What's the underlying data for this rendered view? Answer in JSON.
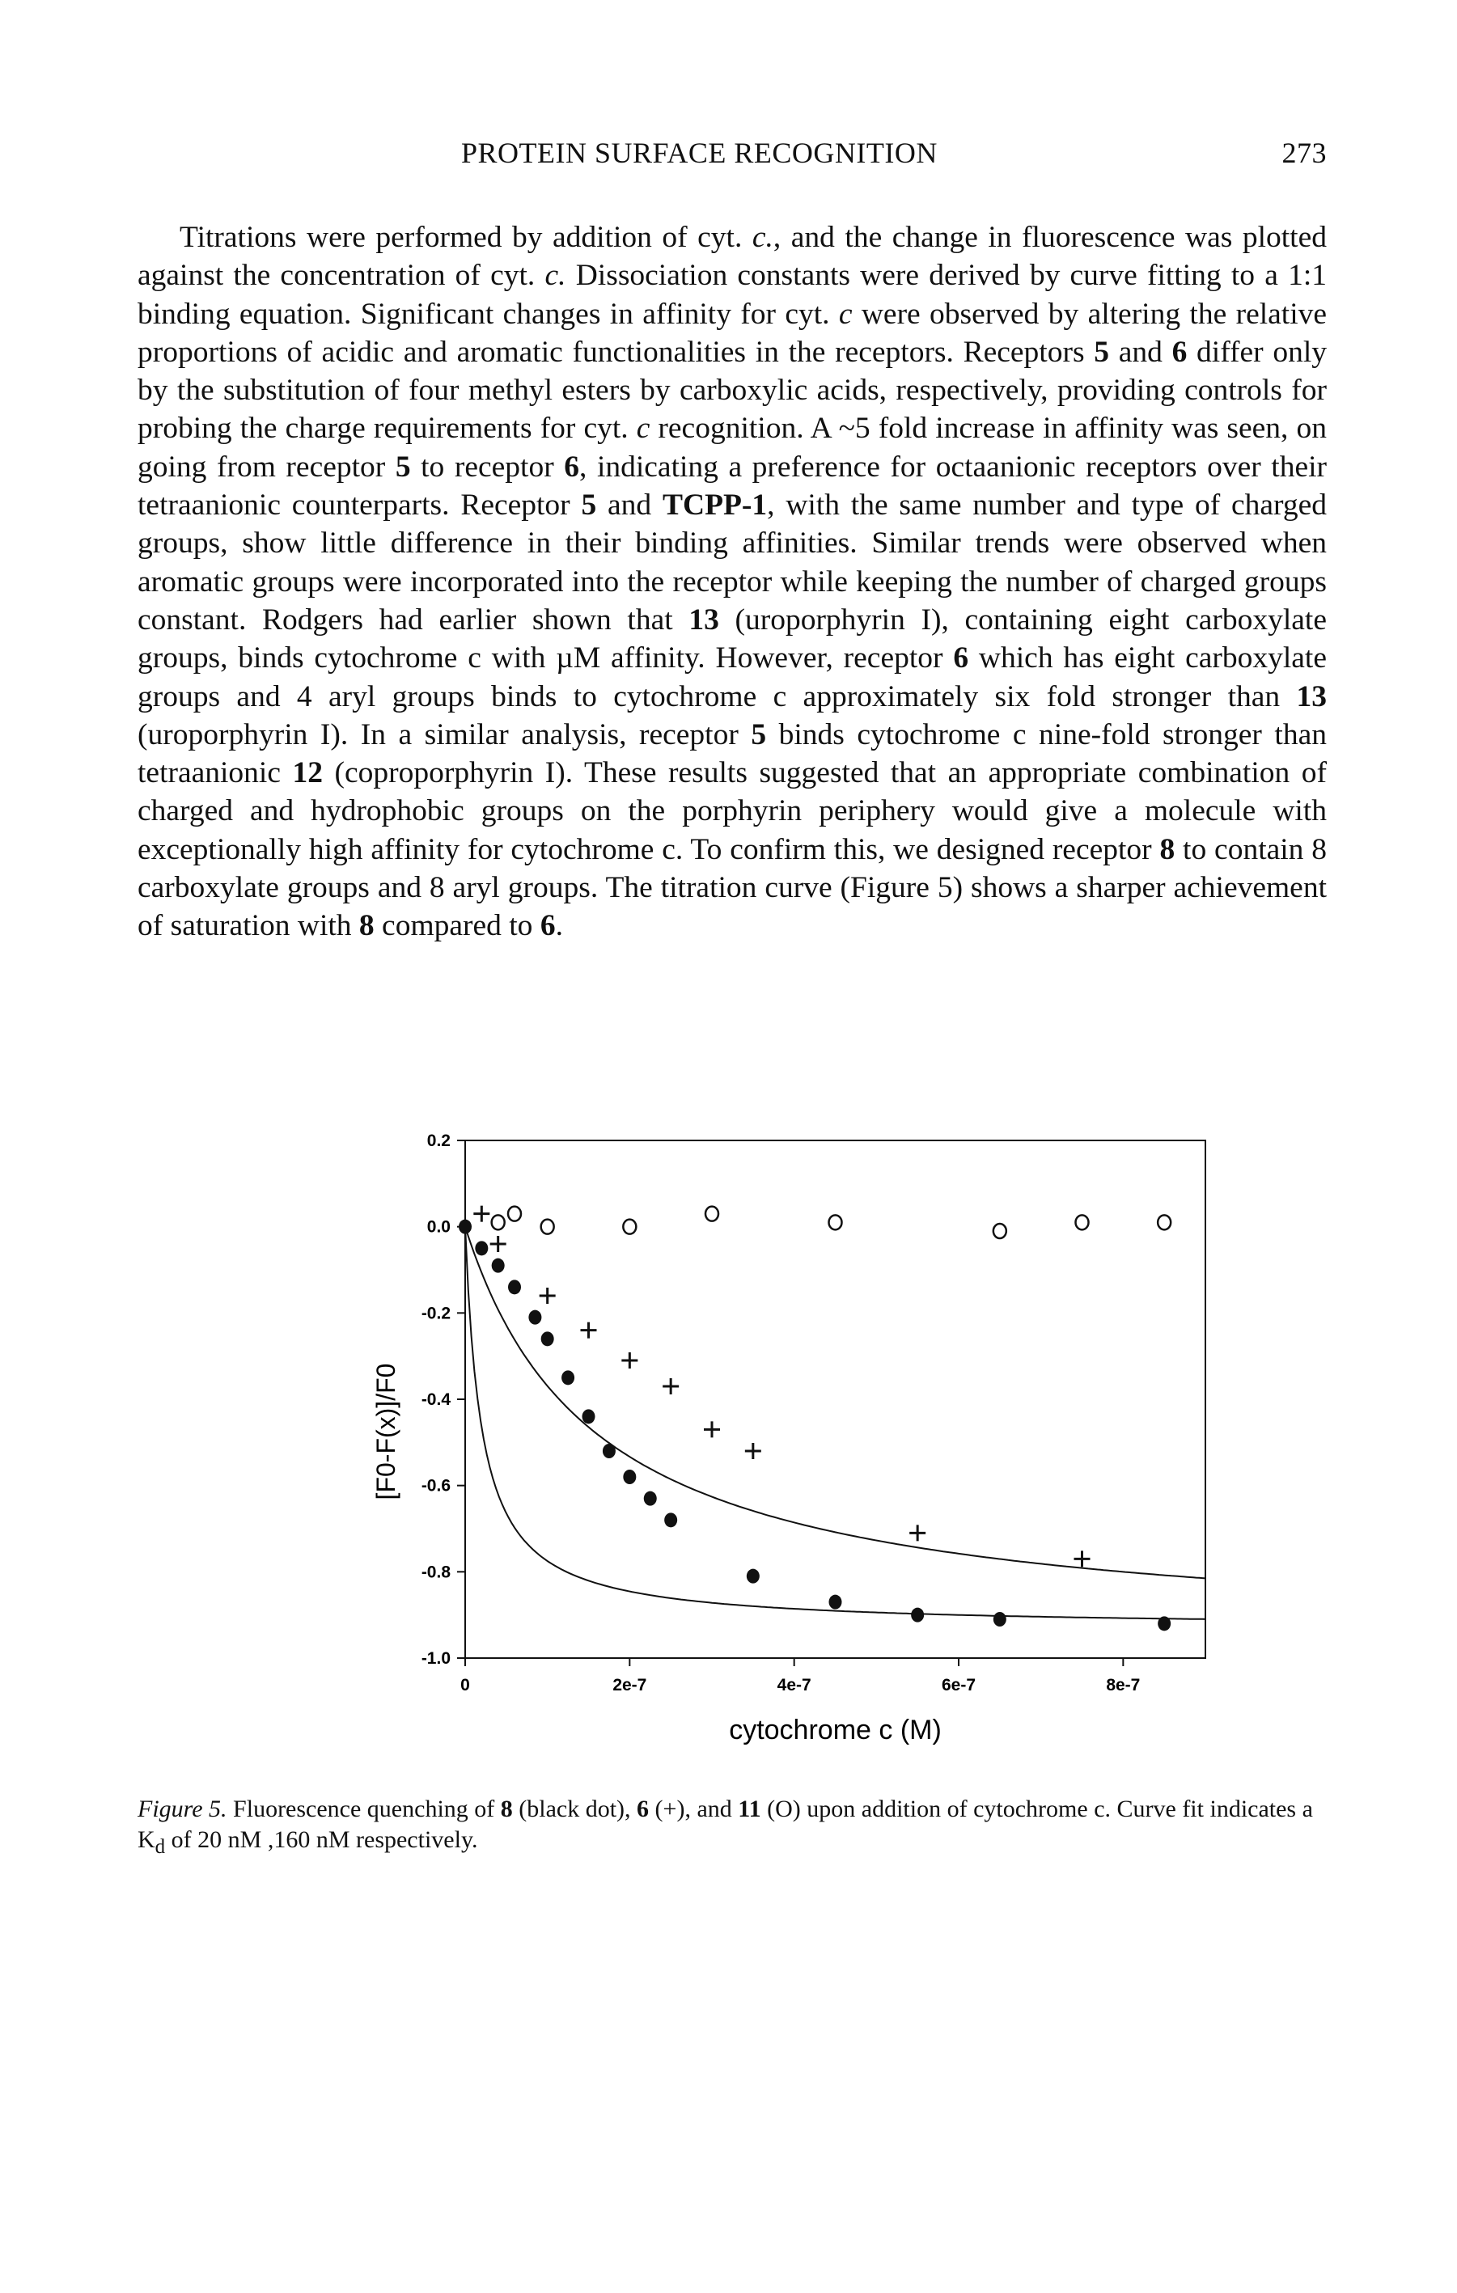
{
  "header": {
    "running_title": "PROTEIN SURFACE RECOGNITION",
    "page_number": "273"
  },
  "body_segments": [
    {
      "t": "Titrations were performed by addition of cyt. "
    },
    {
      "t": "c.",
      "s": "i"
    },
    {
      "t": ", and the change in fluorescence was plotted against the concentration of cyt. "
    },
    {
      "t": "c.",
      "s": "i"
    },
    {
      "t": " Dissociation constants were derived by curve fitting to a 1:1 binding equation. Significant changes in affinity for cyt. "
    },
    {
      "t": "c",
      "s": "i"
    },
    {
      "t": " were observed by altering the relative proportions of acidic and aromatic functionalities in the receptors. Receptors "
    },
    {
      "t": "5",
      "s": "b"
    },
    {
      "t": " and "
    },
    {
      "t": "6",
      "s": "b"
    },
    {
      "t": " differ only by the substitution of four methyl esters by carboxylic acids, respectively, providing controls for probing the charge requirements for cyt. "
    },
    {
      "t": "c",
      "s": "i"
    },
    {
      "t": " recognition. A ~5 fold increase in affinity was seen, on going from receptor "
    },
    {
      "t": "5",
      "s": "b"
    },
    {
      "t": " to receptor "
    },
    {
      "t": "6",
      "s": "b"
    },
    {
      "t": ", indicating a preference for octaanionic receptors over their tetraanionic counterparts. Receptor "
    },
    {
      "t": "5",
      "s": "b"
    },
    {
      "t": " and "
    },
    {
      "t": "TCPP-1",
      "s": "b"
    },
    {
      "t": ", with the same number and type of charged groups, show little difference in their binding affinities. Similar trends were observed when aromatic groups were incorporated into the receptor while keeping the number of charged groups constant. Rodgers had earlier shown that "
    },
    {
      "t": "13",
      "s": "b"
    },
    {
      "t": " (uroporphyrin I), containing eight carboxylate groups, binds cytochrome c with µM affinity. However, receptor "
    },
    {
      "t": "6",
      "s": "b"
    },
    {
      "t": " which has eight carboxylate groups and 4 aryl groups binds to cytochrome c approximately six fold stronger than "
    },
    {
      "t": "13",
      "s": "b"
    },
    {
      "t": " (uroporphyrin I). In a similar analysis, receptor "
    },
    {
      "t": "5",
      "s": "b"
    },
    {
      "t": " binds cytochrome c nine-fold stronger than tetraanionic "
    },
    {
      "t": "12",
      "s": "b"
    },
    {
      "t": " (coproporphyrin I). These results suggested that an appropriate combination of charged and hydrophobic groups on the porphyrin periphery would give a molecule with exceptionally high affinity for cytochrome c. To confirm this, we designed receptor "
    },
    {
      "t": "8",
      "s": "b"
    },
    {
      "t": " to contain 8 carboxylate groups and 8 aryl groups. The titration curve (Figure 5) shows a sharper achievement of saturation with "
    },
    {
      "t": "8",
      "s": "b"
    },
    {
      "t": " compared to "
    },
    {
      "t": "6",
      "s": "b"
    },
    {
      "t": "."
    }
  ],
  "caption_segments": [
    {
      "t": "Figure 5.",
      "s": "i"
    },
    {
      "t": " Fluorescence quenching of "
    },
    {
      "t": "8",
      "s": "b"
    },
    {
      "t": " (black dot), "
    },
    {
      "t": "6",
      "s": "b"
    },
    {
      "t": " (+), and "
    },
    {
      "t": "11",
      "s": "b"
    },
    {
      "t": " (O) upon addition of cytochrome c. Curve fit indicates a K"
    },
    {
      "t": "d",
      "s": "sub"
    },
    {
      "t": " of 20 nM ,160 nM respectively."
    }
  ],
  "chart_data": {
    "type": "scatter",
    "xlabel": "cytochrome c (M)",
    "ylabel": "[F0-F(x)]/F0",
    "xlim": [
      0,
      9e-07
    ],
    "ylim": [
      -1.0,
      0.2
    ],
    "x_ticks": [
      {
        "value": 0,
        "label": "0"
      },
      {
        "value": 2e-07,
        "label": "2e-7"
      },
      {
        "value": 4e-07,
        "label": "4e-7"
      },
      {
        "value": 6e-07,
        "label": "6e-7"
      },
      {
        "value": 8e-07,
        "label": "8e-7"
      }
    ],
    "y_ticks": [
      {
        "value": 0.2,
        "label": "0.2"
      },
      {
        "value": 0.0,
        "label": "0.0"
      },
      {
        "value": -0.2,
        "label": "-0.2"
      },
      {
        "value": -0.4,
        "label": "-0.4"
      },
      {
        "value": -0.6,
        "label": "-0.6"
      },
      {
        "value": -0.8,
        "label": "-0.8"
      },
      {
        "value": -1.0,
        "label": "-1.0"
      }
    ],
    "grid": false,
    "series": [
      {
        "name": "8 (black dot)",
        "marker": "dot",
        "x": [
          0.0,
          2e-08,
          4e-08,
          6e-08,
          8.5e-08,
          1e-07,
          1.25e-07,
          1.5e-07,
          1.75e-07,
          2e-07,
          2.25e-07,
          2.5e-07,
          3.5e-07,
          4.5e-07,
          5.5e-07,
          6.5e-07,
          8.5e-07
        ],
        "y": [
          0.0,
          -0.05,
          -0.09,
          -0.14,
          -0.21,
          -0.26,
          -0.35,
          -0.44,
          -0.52,
          -0.58,
          -0.63,
          -0.68,
          -0.81,
          -0.87,
          -0.9,
          -0.91,
          -0.92
        ]
      },
      {
        "name": "6 (+)",
        "marker": "plus",
        "x": [
          2e-08,
          4e-08,
          1e-07,
          1.5e-07,
          2e-07,
          2.5e-07,
          3e-07,
          3.5e-07,
          5.5e-07,
          7.5e-07
        ],
        "y": [
          0.03,
          -0.04,
          -0.16,
          -0.24,
          -0.31,
          -0.37,
          -0.47,
          -0.52,
          -0.71,
          -0.77
        ]
      },
      {
        "name": "11 (O)",
        "marker": "circle",
        "x": [
          4e-08,
          6e-08,
          1e-07,
          2e-07,
          3e-07,
          4.5e-07,
          6.5e-07,
          7.5e-07,
          8.5e-07
        ],
        "y": [
          0.01,
          0.03,
          0.0,
          0.0,
          0.03,
          0.01,
          -0.01,
          0.01,
          0.01
        ]
      }
    ],
    "fits": [
      {
        "name": "8 (black dot)",
        "kd_nM": 20,
        "amplitude": -0.93
      },
      {
        "name": "6 (+)",
        "kd_nM": 160,
        "amplitude": -0.96
      }
    ]
  }
}
